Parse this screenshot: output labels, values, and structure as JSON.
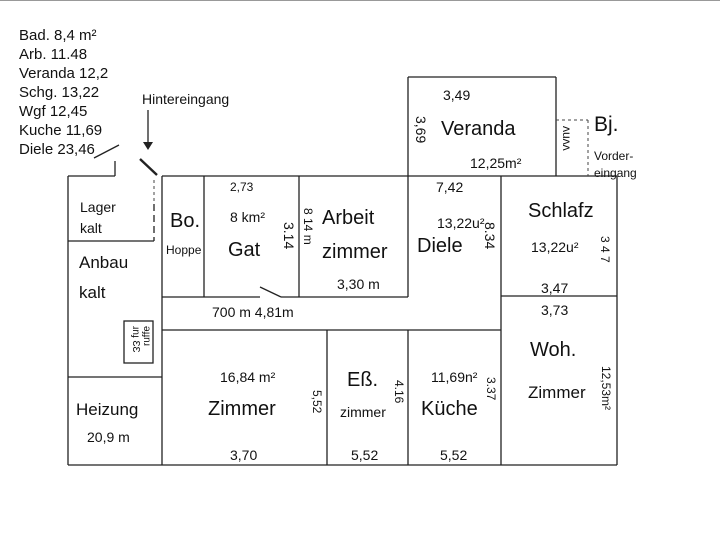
{
  "legend": [
    "Bad. 8,4 m²",
    "Arb. 11.48",
    "Veranda 12,2",
    "Schg. 13,22",
    "Wgf 12,45",
    "Kuche 11,69",
    "Diele 23,46"
  ],
  "labels": {
    "hintereingang": "Hintereingang",
    "vordereingang_1": "Vorder-",
    "vordereingang_2": "eingang",
    "bj": "Bj.",
    "small_rot_text": "ʌuʌʌ",
    "lager_1": "Lager",
    "lager_2": "kalt",
    "anbau_1": "Anbau",
    "anbau_2": "kalt",
    "anbau_box": "ǝɟɟnɹ\nɹnɟ ƐƐ",
    "heizung": "Heizung",
    "heizung_area": "20,9 m",
    "bo": "Bo.",
    "hoppe": "Hoppe",
    "gat_dim_top": "2,73",
    "gat_area": "8 km²",
    "gat": "Gat",
    "gat_dim_side": "3.14",
    "arbeit_dim_side": "8 14 m",
    "arbeit_1": "Arbeit",
    "arbeit_2": "zimmer",
    "arbeit_dim_bottom": "3,30 m",
    "veranda_dim_top": "3,49",
    "veranda_dim_side": "3,69",
    "veranda": "Veranda",
    "veranda_area": "12,25m²",
    "diele_dim_top": "7,42",
    "diele_area": "13,22u²",
    "diele": "Diele",
    "diele_dim_side": "8.34",
    "schlafz": "Schlafz",
    "schlafz_area": "13,22u²",
    "schlafz_dim_side": "3 4 7",
    "schlafz_dim_bottom": "3,47",
    "corridor_dims": "700 m  4,81m",
    "woh_dim_top": "3,73",
    "woh_1": "Woh.",
    "woh_2": "Zimmer",
    "woh_area": "12,53m²",
    "zimmer_area": "16,84 m²",
    "zimmer": "Zimmer",
    "zimmer_dim_side": "5,52",
    "zimmer_dim_bottom": "3,70",
    "ess_1": "Eß.",
    "ess_2": "zimmer",
    "ess_dim_side": "4.16",
    "ess_dim_bottom": "5,52",
    "kueche_area": "11,69n²",
    "kueche": "Küche",
    "kueche_dim_side": "3.37",
    "kueche_dim_bottom": "5,52"
  }
}
